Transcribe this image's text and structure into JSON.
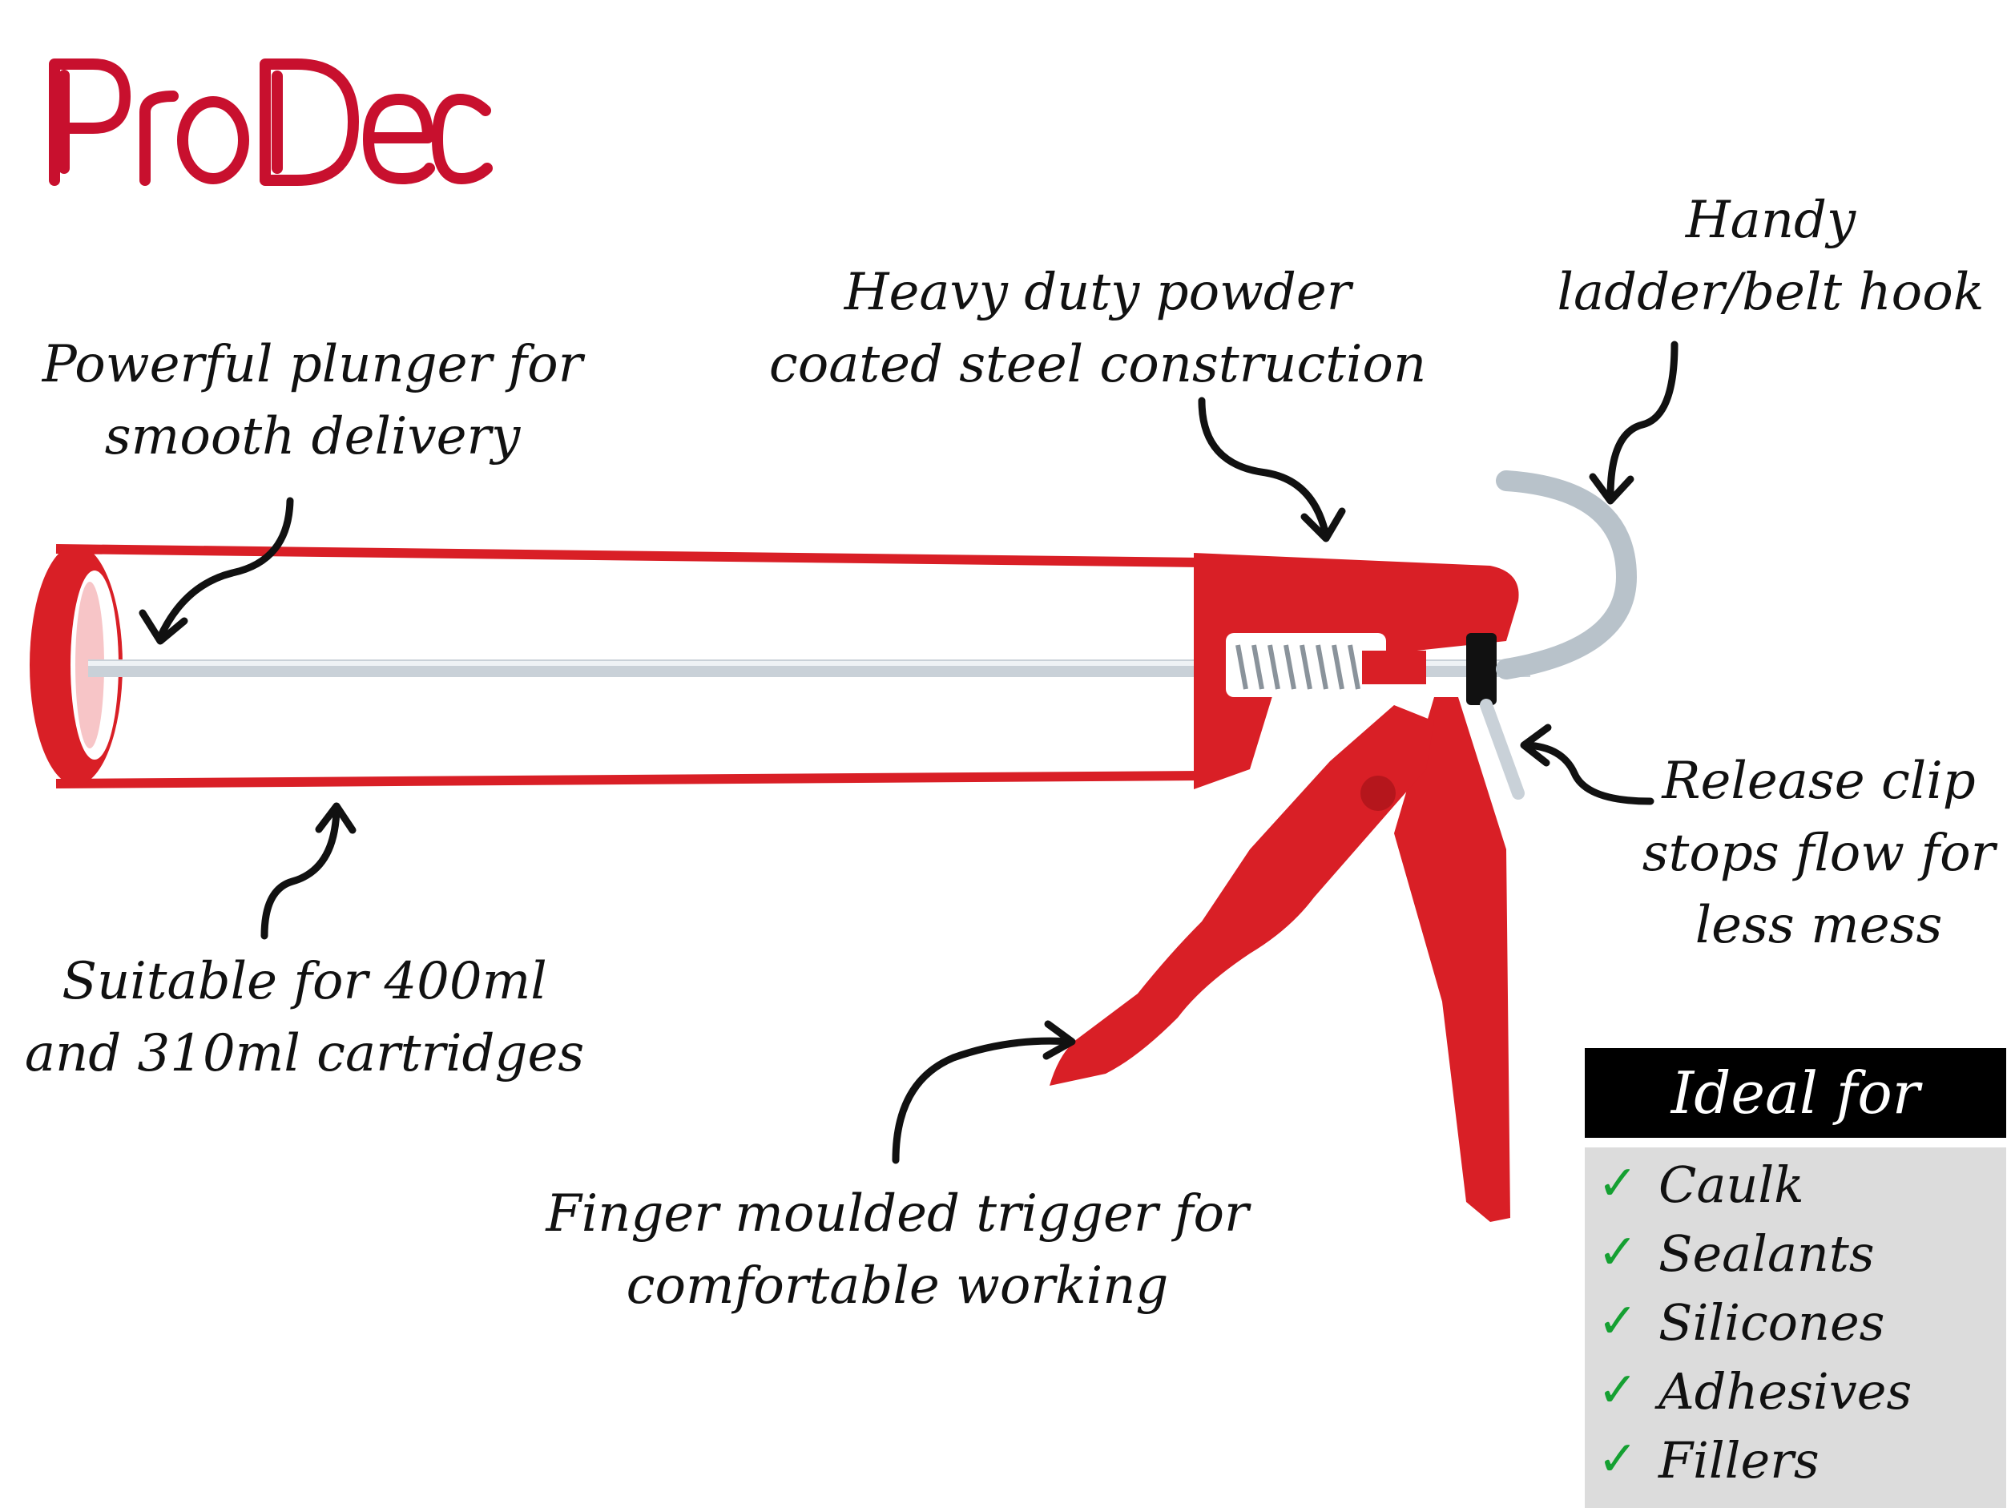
{
  "brand": {
    "name": "ProDec",
    "color": "#c8102e"
  },
  "callouts": {
    "plunger": {
      "line1": "Powerful plunger for",
      "line2": "smooth delivery"
    },
    "steel": {
      "line1": "Heavy duty powder",
      "line2": "coated steel construction"
    },
    "hook": {
      "line1": "Handy",
      "line2": "ladder/belt hook"
    },
    "release": {
      "line1": "Release clip",
      "line2": "stops flow for",
      "line3": "less mess"
    },
    "cartridges": {
      "line1": "Suitable for 400ml",
      "line2": "and 310ml cartridges"
    },
    "trigger": {
      "line1": "Finger moulded trigger for",
      "line2": "comfortable working"
    }
  },
  "ideal_for": {
    "heading": "Ideal for",
    "check_icon": "checkmark-icon",
    "check_color": "#15a032",
    "items": [
      "Caulk",
      "Sealants",
      "Silicones",
      "Adhesives",
      "Fillers"
    ]
  },
  "colors": {
    "gun_red": "#d91f26",
    "steel": "#c9d1d8",
    "text": "#111111"
  }
}
